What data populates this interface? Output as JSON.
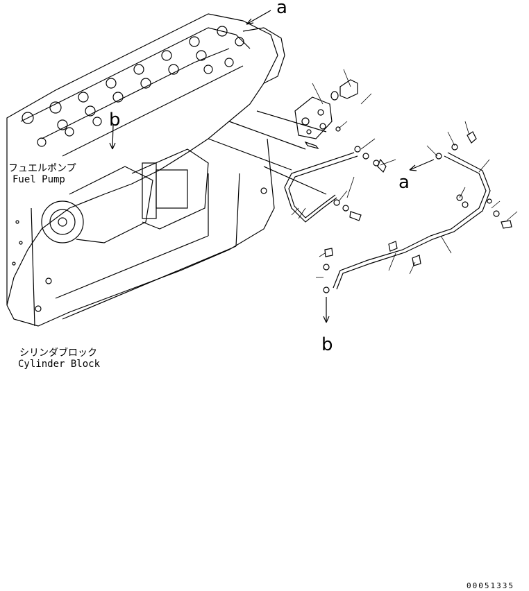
{
  "labels": {
    "fuel_pump_jp": "フュエルポンプ",
    "fuel_pump_en": "Fuel Pump",
    "cylinder_block_jp": "シリンダブロック",
    "cylinder_block_en": "Cylinder Block"
  },
  "callouts": {
    "a_top": "a",
    "a_right": "a",
    "b_left": "b",
    "b_bottom": "b"
  },
  "drawing_number": "00051335"
}
